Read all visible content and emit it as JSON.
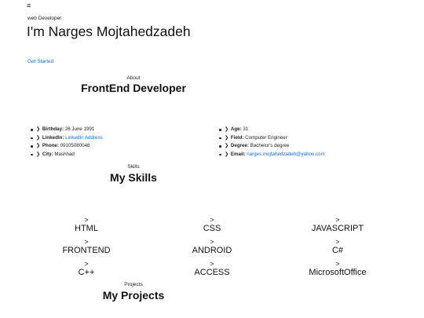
{
  "nav": {
    "menu_icon": "hamburger-menu-icon",
    "menu_glyph": "≡"
  },
  "hero": {
    "kicker": "web Developer",
    "name": "I'm Narges Mojtahedzadeh",
    "cta": "Get Started"
  },
  "about": {
    "kicker": "About",
    "title": "FrontEnd Developer",
    "left_items": [
      {
        "label": "Birthday:",
        "value": "26 June 1991",
        "link": false
      },
      {
        "label": "LinkedIn:",
        "value": "LinkedIn Address",
        "link": true
      },
      {
        "label": "Phone:",
        "value": "09105080048",
        "link": false
      },
      {
        "label": "City:",
        "value": "Mashhad",
        "link": false
      }
    ],
    "right_items": [
      {
        "label": "Age:",
        "value": "31",
        "link": false
      },
      {
        "label": "Field:",
        "value": "Computer Engineer",
        "link": false
      },
      {
        "label": "Degree:",
        "value": "Bachelor's degree",
        "link": false
      },
      {
        "label": "Email:",
        "value": "narges.mojtahedzadeh@yahoo.com",
        "link": true
      }
    ]
  },
  "skills": {
    "kicker": "Skills",
    "title": "My Skills",
    "chevron": ">",
    "items": [
      "HTML",
      "CSS",
      "JAVASCRIPT",
      "FRONTEND",
      "ANDROID",
      "C#",
      "C++",
      "ACCESS",
      "MicrosoftOffice"
    ]
  },
  "projects": {
    "kicker": "Projects",
    "title": "My Projects"
  },
  "colors": {
    "link": "#0d6efd",
    "text": "#212529",
    "background": "#ffffff"
  }
}
